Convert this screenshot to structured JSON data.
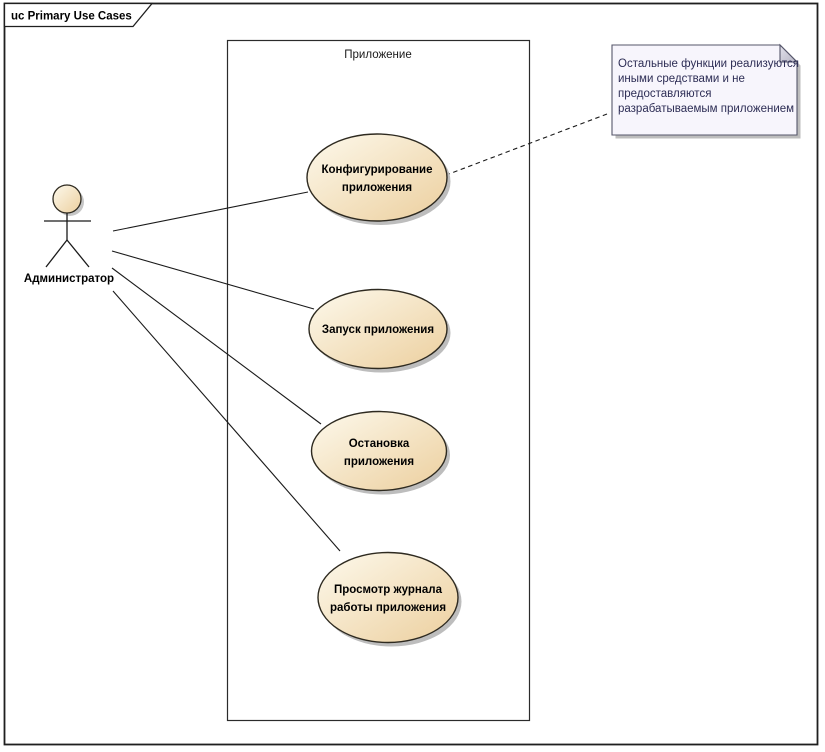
{
  "frame": {
    "label": "uc Primary Use Cases"
  },
  "system_boundary": {
    "label": "Приложение"
  },
  "actor": {
    "label": "Администратор"
  },
  "use_cases": [
    {
      "lines": [
        "Конфигурирование",
        "приложения"
      ]
    },
    {
      "lines": [
        "Запуск приложения"
      ]
    },
    {
      "lines": [
        "Остановка",
        "приложения"
      ]
    },
    {
      "lines": [
        "Просмотр журнала",
        "работы приложения"
      ]
    }
  ],
  "note": {
    "lines": [
      "Остальные функции реализуются",
      "иными средствами и не",
      "предоставляются",
      "разрабатываемым приложением"
    ]
  },
  "colors": {
    "use_case_fill_light": "#fdf9ec",
    "use_case_fill_dark": "#eccf9e",
    "element_outline": "#2e2a20",
    "shadow": "#bdbdbd",
    "note_fill": "#f7f5fc",
    "note_fold": "#cdccda",
    "note_text": "#2d2d55"
  }
}
